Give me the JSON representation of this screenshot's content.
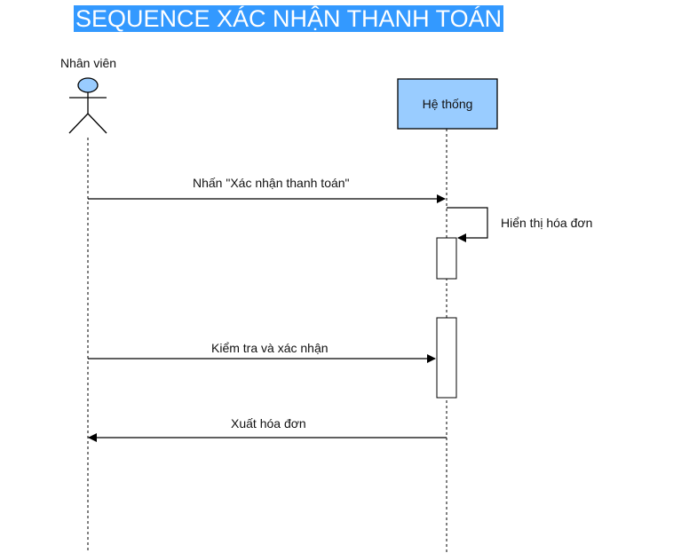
{
  "title": "SEQUENCE XÁC NHẬN THANH TOÁN",
  "actors": {
    "employee": {
      "label": "Nhân viên"
    },
    "system": {
      "label": "Hệ thống"
    }
  },
  "messages": [
    {
      "label": "Nhấn \"Xác nhận thanh toán\""
    },
    {
      "label": "Hiển thị hóa đơn"
    },
    {
      "label": "Kiểm tra và xác nhận"
    },
    {
      "label": "Xuất hóa đơn"
    }
  ],
  "colors": {
    "title_bg": "#3399ff",
    "system_box_fill": "#99ccff",
    "actor_head_fill": "#99ccff"
  }
}
